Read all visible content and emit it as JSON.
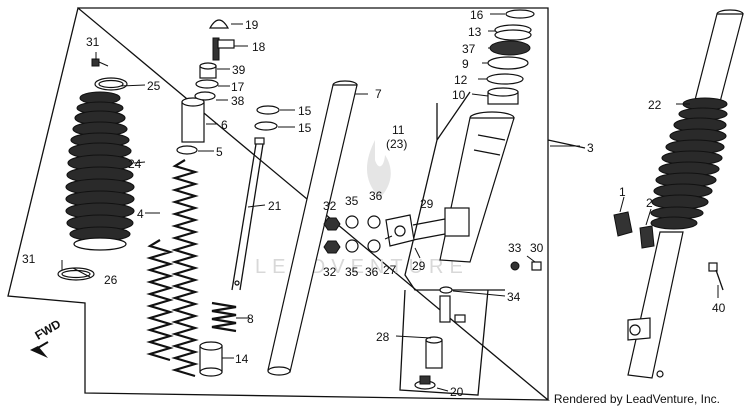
{
  "footer": {
    "credit": "Rendered by LeadVenture, Inc."
  },
  "watermark": {
    "text": "LEADVENTURE"
  },
  "fwd": {
    "label": "FWD"
  },
  "callouts": [
    {
      "id": "c1",
      "label": "1"
    },
    {
      "id": "c2",
      "label": "2"
    },
    {
      "id": "c3",
      "label": "3"
    },
    {
      "id": "c4",
      "label": "4"
    },
    {
      "id": "c5",
      "label": "5"
    },
    {
      "id": "c6",
      "label": "6"
    },
    {
      "id": "c7",
      "label": "7"
    },
    {
      "id": "c8",
      "label": "8"
    },
    {
      "id": "c9",
      "label": "9"
    },
    {
      "id": "c10",
      "label": "10"
    },
    {
      "id": "c11",
      "label": "11"
    },
    {
      "id": "c11b",
      "label": "(23)"
    },
    {
      "id": "c12",
      "label": "12"
    },
    {
      "id": "c13",
      "label": "13"
    },
    {
      "id": "c14",
      "label": "14"
    },
    {
      "id": "c15a",
      "label": "15"
    },
    {
      "id": "c15b",
      "label": "15"
    },
    {
      "id": "c16",
      "label": "16"
    },
    {
      "id": "c17",
      "label": "17"
    },
    {
      "id": "c18",
      "label": "18"
    },
    {
      "id": "c19",
      "label": "19"
    },
    {
      "id": "c20",
      "label": "20"
    },
    {
      "id": "c21",
      "label": "21"
    },
    {
      "id": "c22",
      "label": "22"
    },
    {
      "id": "c24",
      "label": "24"
    },
    {
      "id": "c25",
      "label": "25"
    },
    {
      "id": "c26",
      "label": "26"
    },
    {
      "id": "c27",
      "label": "27"
    },
    {
      "id": "c28",
      "label": "28"
    },
    {
      "id": "c29a",
      "label": "29"
    },
    {
      "id": "c29b",
      "label": "29"
    },
    {
      "id": "c30",
      "label": "30"
    },
    {
      "id": "c31a",
      "label": "31"
    },
    {
      "id": "c31b",
      "label": "31"
    },
    {
      "id": "c32a",
      "label": "32"
    },
    {
      "id": "c32b",
      "label": "32"
    },
    {
      "id": "c33",
      "label": "33"
    },
    {
      "id": "c34",
      "label": "34"
    },
    {
      "id": "c35a",
      "label": "35"
    },
    {
      "id": "c35b",
      "label": "35"
    },
    {
      "id": "c36a",
      "label": "36"
    },
    {
      "id": "c36b",
      "label": "36"
    },
    {
      "id": "c37",
      "label": "37"
    },
    {
      "id": "c38",
      "label": "38"
    },
    {
      "id": "c39",
      "label": "39"
    },
    {
      "id": "c40",
      "label": "40"
    }
  ]
}
